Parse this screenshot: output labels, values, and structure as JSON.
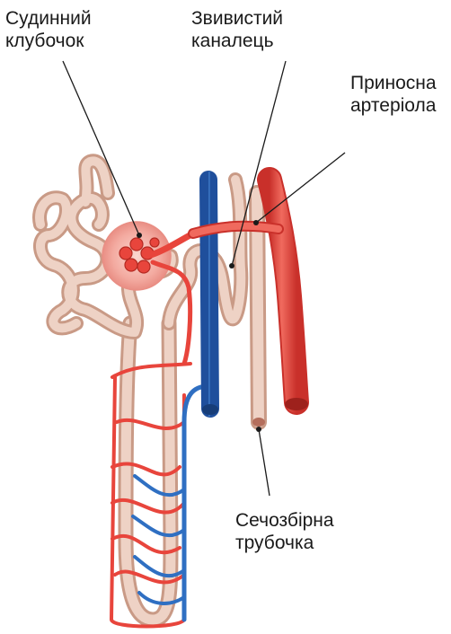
{
  "labels": {
    "glomerulus": {
      "line1": "Судинний",
      "line2": "клубочок"
    },
    "convoluted_tubule": {
      "line1": "Звивистий",
      "line2": "каналець"
    },
    "afferent_arteriole": {
      "line1": "Приносна",
      "line2": "артеріола"
    },
    "collecting_duct": {
      "line1": "Сечозбірна",
      "line2": "трубочка"
    }
  },
  "colors": {
    "artery": "#e8453c",
    "vein": "#2f6fc2",
    "tubule": "#e9c6b6",
    "tubule_edge": "#c99a86",
    "capsule": "#f2aaa2",
    "leader_line": "#1a1a1a"
  }
}
